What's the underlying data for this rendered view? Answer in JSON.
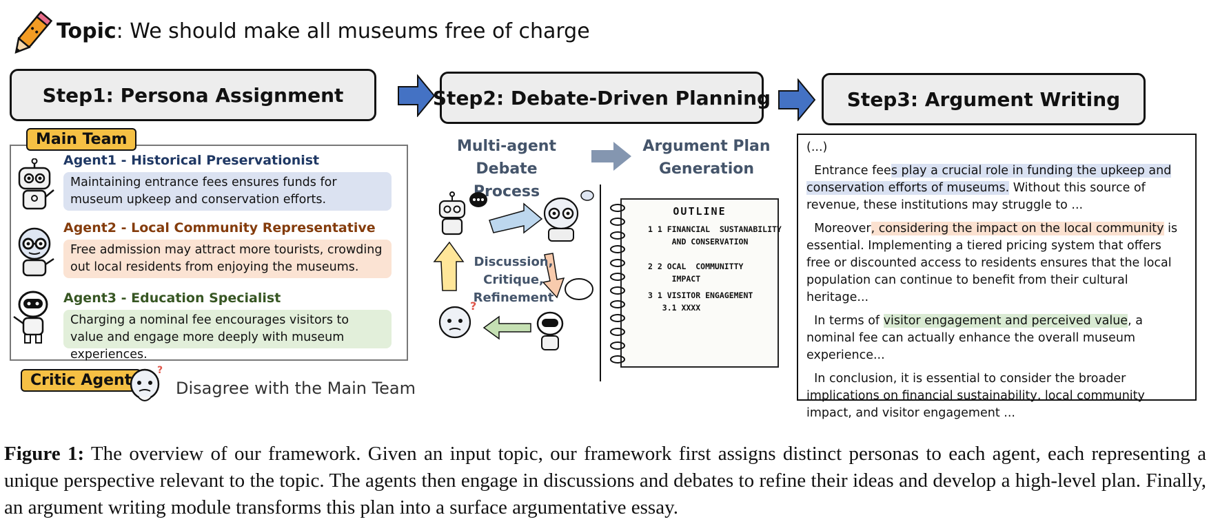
{
  "topic": {
    "label": "Topic",
    "text": ": We should make all museums free of charge"
  },
  "steps": [
    {
      "label": "Step1: Persona Assignment"
    },
    {
      "label": "Step2: Debate-Driven Planning"
    },
    {
      "label": "Step3: Argument Writing"
    }
  ],
  "main_team": {
    "tag": "Main Team",
    "agents": [
      {
        "title": "Agent1 - Historical Preservationist",
        "text": "Maintaining entrance fees ensures funds for museum upkeep and conservation efforts.",
        "color": "#1f3864",
        "bg": "#dbe2f1"
      },
      {
        "title": "Agent2 - Local Community Representative",
        "text": "Free admission may attract more tourists, crowding out local residents from enjoying the museums.",
        "color": "#843c0c",
        "bg": "#fbe3d3"
      },
      {
        "title": "Agent3 - Education Specialist",
        "text": "Charging a nominal fee encourages visitors to value and engage more deeply with museum experiences.",
        "color": "#375623",
        "bg": "#e2efda"
      }
    ]
  },
  "critic": {
    "tag": "Critic Agent",
    "text": "Disagree with the Main Team"
  },
  "debate": {
    "left_head": "Multi-agent Debate Process",
    "right_head": "Argument Plan Generation",
    "center_text": "Discussion, Critique, Refinement"
  },
  "outline": {
    "title": "OUTLINE",
    "items": [
      "1 1 FINANCIAL  SUSTANABILITY\n     AND CONSERVATION",
      "2 2 OCAL  COMMUNITTY\n     IMPACT",
      "3 1 VISITOR ENGAGEMENT\n   3.1 XXXX"
    ]
  },
  "essay": {
    "p0": "(...)",
    "p1": {
      "a": "Entrance fee",
      "h": "s play a crucial role in funding the upkeep and conservation efforts of museums.",
      "b": " Without this source of revenue, these institutions may struggle to ..."
    },
    "p2": {
      "a": "Moreover",
      "h": ", considering the impact on the local community",
      "b": " is essential. Implementing a tiered pricing system that offers free or discounted access to residents ensures that the local population can continue to benefit from their cultural heritage..."
    },
    "p3": {
      "a": "In terms of ",
      "h": "visitor engagement and perceived value",
      "b": ", a nominal fee can actually enhance the overall museum experience..."
    },
    "p4": "In conclusion, it is essential to consider the broader implications on financial sustainability, local community impact, and visitor engagement ..."
  },
  "caption": {
    "label": "Figure 1:",
    "text": " The overview of our framework. Given an input topic, our framework first assigns distinct personas to each agent, each representing a unique perspective relevant to the topic. The agents then engage in discussions and debates to refine their ideas and develop a high-level plan. Finally, an argument writing module transforms this plan into a surface argumentative essay."
  },
  "colors": {
    "arrow": "#4472c4",
    "tag": "#f5c044",
    "heading": "#44546a"
  },
  "icons": [
    "pencil-icon",
    "robot-icon",
    "thinking-face-icon"
  ]
}
